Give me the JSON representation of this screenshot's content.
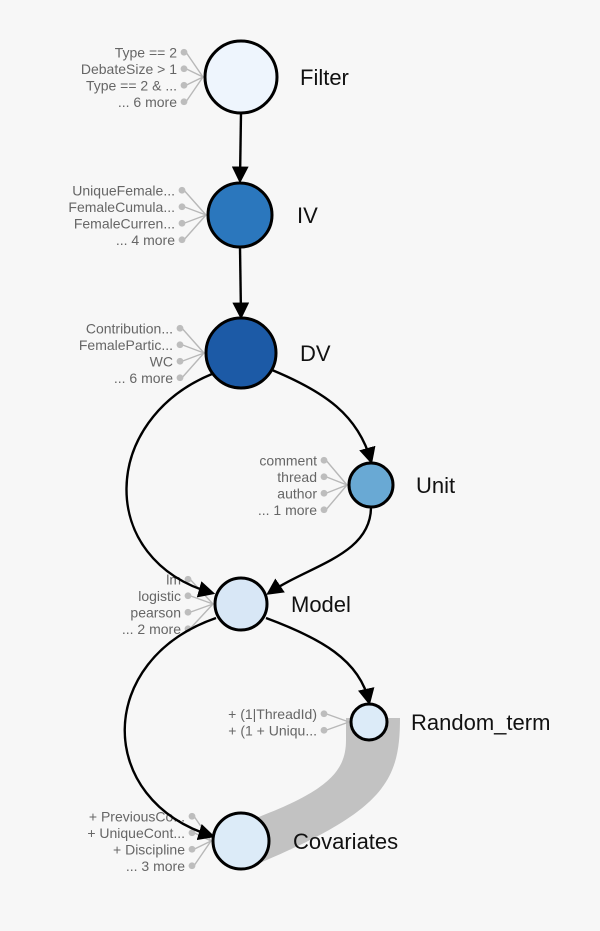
{
  "nodes": [
    {
      "id": "filter",
      "label": "Filter",
      "fill": "#eef5fd",
      "options": [
        "Type == 2",
        "DebateSize > 1",
        "Type == 2 & ...",
        "... 6 more"
      ]
    },
    {
      "id": "iv",
      "label": "IV",
      "fill": "#2b77bd",
      "options": [
        "UniqueFemale...",
        "FemaleCumula...",
        "FemaleCurren...",
        "... 4 more"
      ]
    },
    {
      "id": "dv",
      "label": "DV",
      "fill": "#1c5aa6",
      "options": [
        "Contribution...",
        "FemalePartic...",
        "WC",
        "... 6 more"
      ]
    },
    {
      "id": "unit",
      "label": "Unit",
      "fill": "#69a9d4",
      "options": [
        "comment",
        "thread",
        "author",
        "... 1 more"
      ]
    },
    {
      "id": "model",
      "label": "Model",
      "fill": "#d8e7f6",
      "options": [
        "lm",
        "logistic",
        "pearson",
        "... 2 more"
      ]
    },
    {
      "id": "random_term",
      "label": "Random_term",
      "fill": "#dcebf8",
      "options": [
        "+ (1|ThreadId)",
        "+ (1 + Uniqu..."
      ]
    },
    {
      "id": "covariates",
      "label": "Covariates",
      "fill": "#dcebf8",
      "options": [
        "+ PreviousCo...",
        "+ UniqueCont...",
        "+ Discipline",
        "... 3 more"
      ]
    }
  ],
  "edges": [
    {
      "from": "filter",
      "to": "iv"
    },
    {
      "from": "iv",
      "to": "dv"
    },
    {
      "from": "dv",
      "to": "unit"
    },
    {
      "from": "dv",
      "to": "model"
    },
    {
      "from": "unit",
      "to": "model"
    },
    {
      "from": "model",
      "to": "random_term"
    },
    {
      "from": "model",
      "to": "covariates"
    }
  ],
  "links": [
    {
      "from": "random_term",
      "to": "covariates",
      "kind": "ribbon"
    }
  ],
  "colors": {
    "edge": "#000000",
    "ribbon": "#c2c2c2",
    "option_text": "#666666",
    "option_dot": "#bdbdbd",
    "node_stroke": "#000000"
  }
}
